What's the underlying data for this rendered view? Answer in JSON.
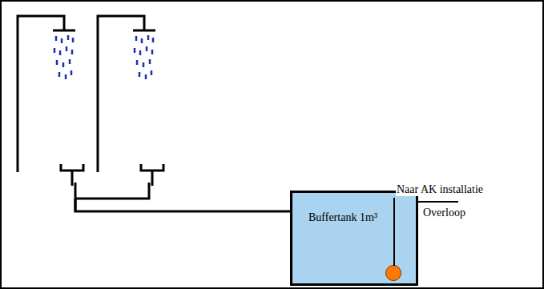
{
  "diagram": {
    "nodes": [
      {
        "text": [
          "Buffertank 1m³"
        ]
      }
    ],
    "labels": [
      "Naar AK installatie",
      "Overloop"
    ]
  }
}
